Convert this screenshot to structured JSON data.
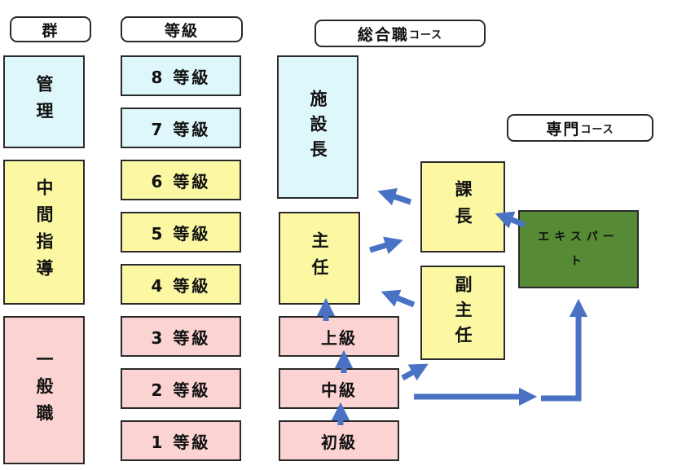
{
  "headers": {
    "group": "群",
    "grade": "等級",
    "general_main": "総合職",
    "general_small": "コース",
    "specialist_main": "専門",
    "specialist_small": "コース"
  },
  "groups": {
    "management": "管理",
    "middle": "中間指導",
    "general": "一般職"
  },
  "grades": {
    "g8": "8 等級",
    "g7": "7 等級",
    "g6": "6 等級",
    "g5": "5 等級",
    "g4": "4 等級",
    "g3": "3 等級",
    "g2": "2 等級",
    "g1": "1 等級"
  },
  "general_course": {
    "facility_director": "施設長",
    "chief": "主任",
    "senior": "上級",
    "intermediate": "中級",
    "beginner": "初級"
  },
  "side_roles": {
    "section_manager": "課長",
    "deputy_chief": "副主任"
  },
  "specialist_course": {
    "expert_top": "エキスパー",
    "expert_bottom": "ト"
  },
  "colors": {
    "management": "#def7fb",
    "middle": "#fbf7a3",
    "general": "#fbd3d3",
    "expert": "#568a35",
    "arrow": "#4a72c4"
  }
}
